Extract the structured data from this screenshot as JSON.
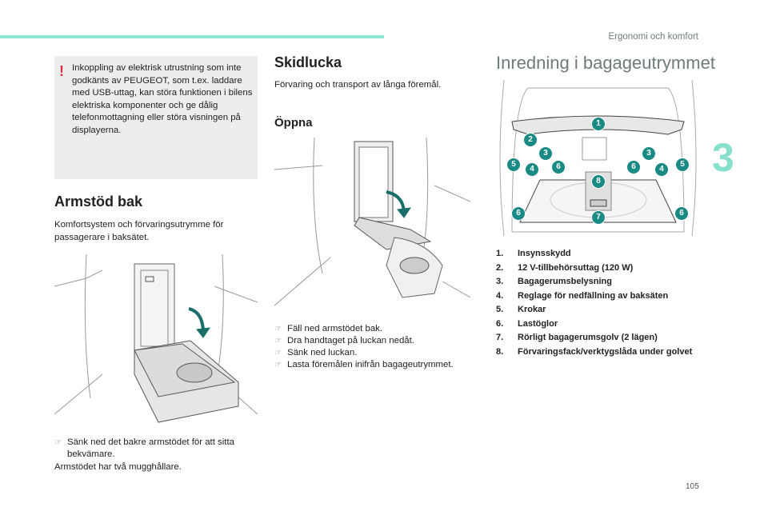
{
  "header": {
    "running_title": "Ergonomi och komfort",
    "chapter_number": "3",
    "page_number": "105"
  },
  "warning": {
    "icon": "exclamation-icon",
    "mark": "!",
    "text": "Inkoppling av elektrisk utrustning som inte godkänts av PEUGEOT, som t.ex. laddare med USB-uttag, kan störa funktionen i bilens elektriska komponenter och ge dålig telefonmottagning eller störa visningen på displayerna."
  },
  "armrest": {
    "title": "Armstöd bak",
    "intro": "Komfortsystem och förvaringsutrymme för passagerare i baksätet.",
    "bullet": "Sänk ned det bakre armstödet för att sitta bekvämare.",
    "note": "Armstödet har två mugghållare.",
    "bullet_icon": "☞"
  },
  "ski": {
    "title": "Skidlucka",
    "intro": "Förvaring och transport av långa föremål.",
    "open_title": "Öppna",
    "steps": [
      "Fäll ned armstödet bak.",
      "Dra handtaget på luckan nedåt.",
      "Sänk ned luckan.",
      "Lasta föremålen inifrån bagageutrymmet."
    ]
  },
  "boot": {
    "title": "Inredning i bagageutrymmet",
    "badges": [
      "1",
      "2",
      "3",
      "3",
      "4",
      "4",
      "5",
      "5",
      "6",
      "6",
      "6",
      "6",
      "7",
      "8"
    ],
    "items": [
      {
        "n": "1.",
        "label": "Insynsskydd"
      },
      {
        "n": "2.",
        "label": "12 V-tillbehörsuttag (120 W)"
      },
      {
        "n": "3.",
        "label": "Bagagerumsbelysning"
      },
      {
        "n": "4.",
        "label": "Reglage för nedfällning av baksäten"
      },
      {
        "n": "5.",
        "label": "Krokar"
      },
      {
        "n": "6.",
        "label": "Lastöglor"
      },
      {
        "n": "7.",
        "label": "Rörligt bagagerumsgolv (2 lägen)"
      },
      {
        "n": "8.",
        "label": "Förvaringsfack/verktygslåda under golvet"
      }
    ]
  },
  "colors": {
    "accent": "#8de8d4",
    "badge": "#1a8a84",
    "warning": "#e0283c"
  }
}
